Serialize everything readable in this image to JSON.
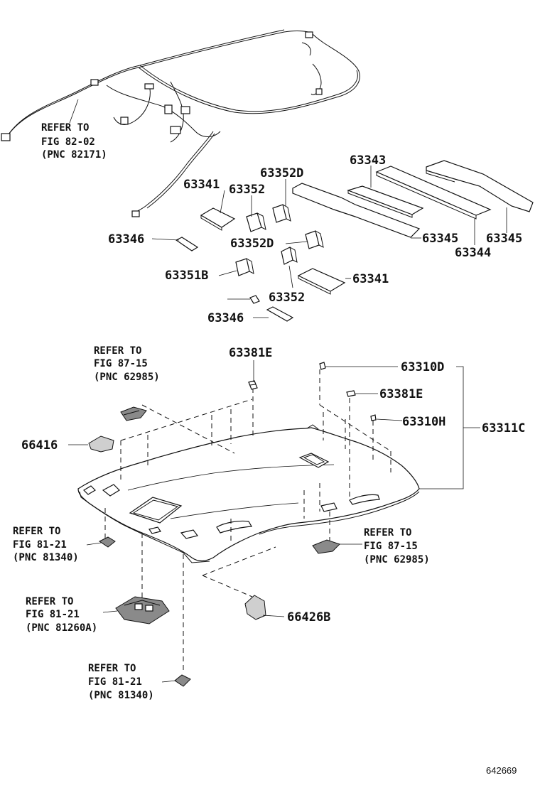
{
  "labels": {
    "wire_ref": [
      "REFER TO",
      "FIG 82-02",
      "(PNC 82171)"
    ],
    "p63343": "63343",
    "p63352d_top": "63352D",
    "p63341_top": "63341",
    "p63352_top": "63352",
    "p63346_top": "63346",
    "p63345_a": "63345",
    "p63345_b": "63345",
    "p63344": "63344",
    "p63352d_mid": "63352D",
    "p63351b": "63351B",
    "p63341_mid": "63341",
    "p63352_mid": "63352",
    "p63346_bot": "63346",
    "ref_visor_top": [
      "REFER TO",
      "FIG 87-15",
      "(PNC 62985)"
    ],
    "p63381e_top": "63381E",
    "p63310d": "63310D",
    "p63381e_mid": "63381E",
    "p63310h": "63310H",
    "p63311c": "63311C",
    "p66416": "66416",
    "ref_lamp_left": [
      "REFER TO",
      "FIG 81-21",
      "(PNC 81340)"
    ],
    "ref_visor_right": [
      "REFER TO",
      "FIG 87-15",
      "(PNC 62985)"
    ],
    "ref_map_lamp": [
      "REFER TO",
      "FIG 81-21",
      "(PNC 81260A)"
    ],
    "p66426b": "66426B",
    "ref_lamp_bottom": [
      "REFER TO",
      "FIG 81-21",
      "(PNC 81340)"
    ],
    "drawing_code": "642669"
  }
}
